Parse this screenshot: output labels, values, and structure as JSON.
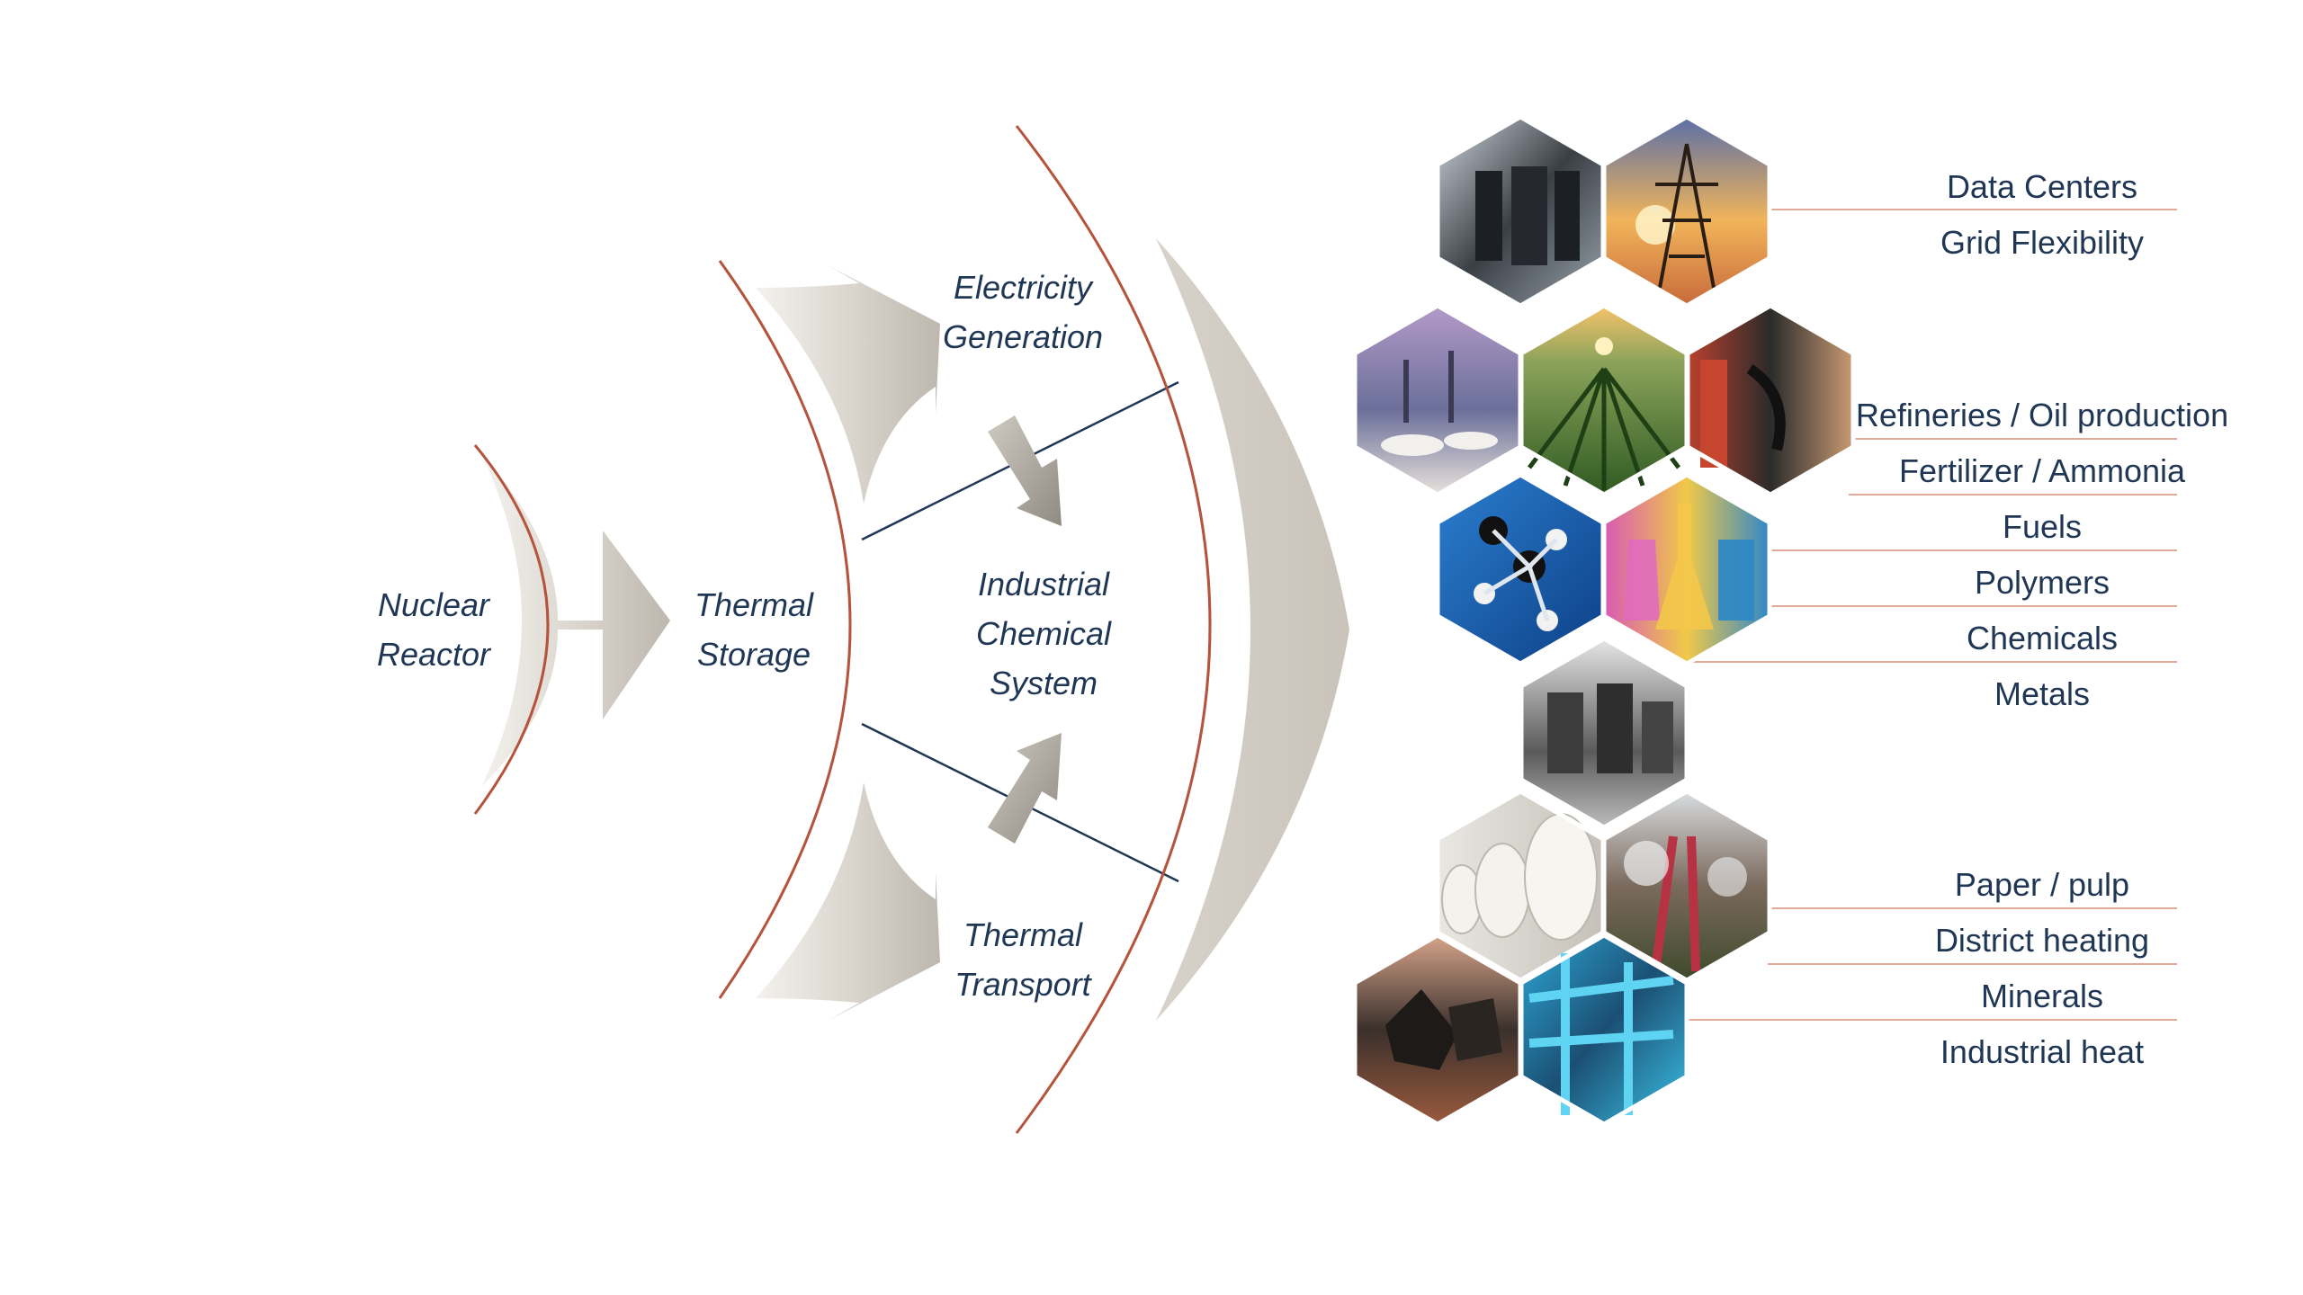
{
  "stages": {
    "reactor": [
      "Nuclear",
      "Reactor"
    ],
    "storage": [
      "Thermal",
      "Storage"
    ],
    "electricity": [
      "Electricity",
      "Generation"
    ],
    "industrial": [
      "Industrial",
      "Chemical",
      "System"
    ],
    "transport": [
      "Thermal",
      "Transport"
    ]
  },
  "applications": [
    "Data Centers",
    "Grid Flexibility",
    "Refineries / Oil production",
    "Fertilizer / Ammonia",
    "Fuels",
    "Polymers",
    "Chemicals",
    "Metals",
    "Paper / pulp",
    "District heating",
    "Minerals",
    "Industrial heat"
  ],
  "hex_images": [
    "data-center-image",
    "power-pylon-image",
    "refinery-image",
    "crop-field-image",
    "fuel-pump-image",
    "molecule-model-image",
    "lab-flasks-image",
    "steel-beams-image",
    "paper-rolls-image",
    "district-heating-pipe-image",
    "mineral-rocks-image",
    "industrial-pipes-image"
  ],
  "colors": {
    "arc": "#b5533c",
    "arrow_light": "#ece9e3",
    "arrow_dark": "#b9b3aa",
    "text": "#1f3654",
    "connector": "#e2a898"
  }
}
